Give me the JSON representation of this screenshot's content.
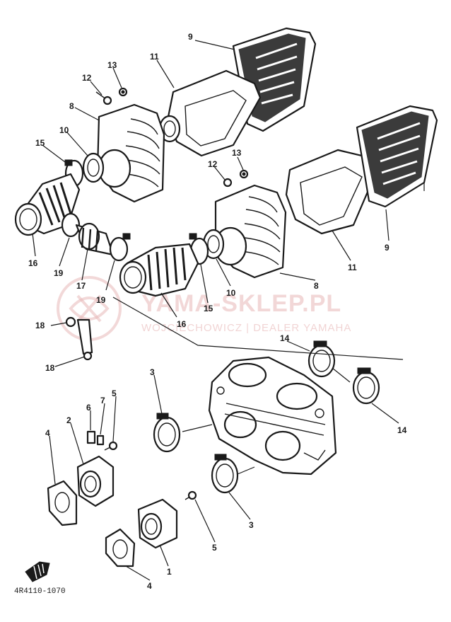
{
  "watermark": {
    "title": "YAMA-SKLEP.PL",
    "subtitle": "WOJCIECHOWICZ | DEALER YAMAHA"
  },
  "diagram_code": "4R4110-1070",
  "callouts": [
    {
      "id": "c9a",
      "label": "9"
    },
    {
      "id": "c11a",
      "label": "11"
    },
    {
      "id": "c12a",
      "label": "12"
    },
    {
      "id": "c13a",
      "label": "13"
    },
    {
      "id": "c8a",
      "label": "8"
    },
    {
      "id": "c10a",
      "label": "10"
    },
    {
      "id": "c15a",
      "label": "15"
    },
    {
      "id": "c13b",
      "label": "13"
    },
    {
      "id": "c12b",
      "label": "12"
    },
    {
      "id": "c9b",
      "label": "9"
    },
    {
      "id": "c11b",
      "label": "11"
    },
    {
      "id": "c16a",
      "label": "16"
    },
    {
      "id": "c19a",
      "label": "19"
    },
    {
      "id": "c17",
      "label": "17"
    },
    {
      "id": "c19b",
      "label": "19"
    },
    {
      "id": "c18a",
      "label": "18"
    },
    {
      "id": "c16b",
      "label": "16"
    },
    {
      "id": "c15b",
      "label": "15"
    },
    {
      "id": "c10b",
      "label": "10"
    },
    {
      "id": "c8b",
      "label": "8"
    },
    {
      "id": "c18b",
      "label": "18"
    },
    {
      "id": "c14a",
      "label": "14"
    },
    {
      "id": "c3a",
      "label": "3"
    },
    {
      "id": "c14b",
      "label": "14"
    },
    {
      "id": "c6",
      "label": "6"
    },
    {
      "id": "c7",
      "label": "7"
    },
    {
      "id": "c5a",
      "label": "5"
    },
    {
      "id": "c2",
      "label": "2"
    },
    {
      "id": "c4a",
      "label": "4"
    },
    {
      "id": "c3b",
      "label": "3"
    },
    {
      "id": "c5b",
      "label": "5"
    },
    {
      "id": "c1",
      "label": "1"
    },
    {
      "id": "c4b",
      "label": "4"
    }
  ]
}
